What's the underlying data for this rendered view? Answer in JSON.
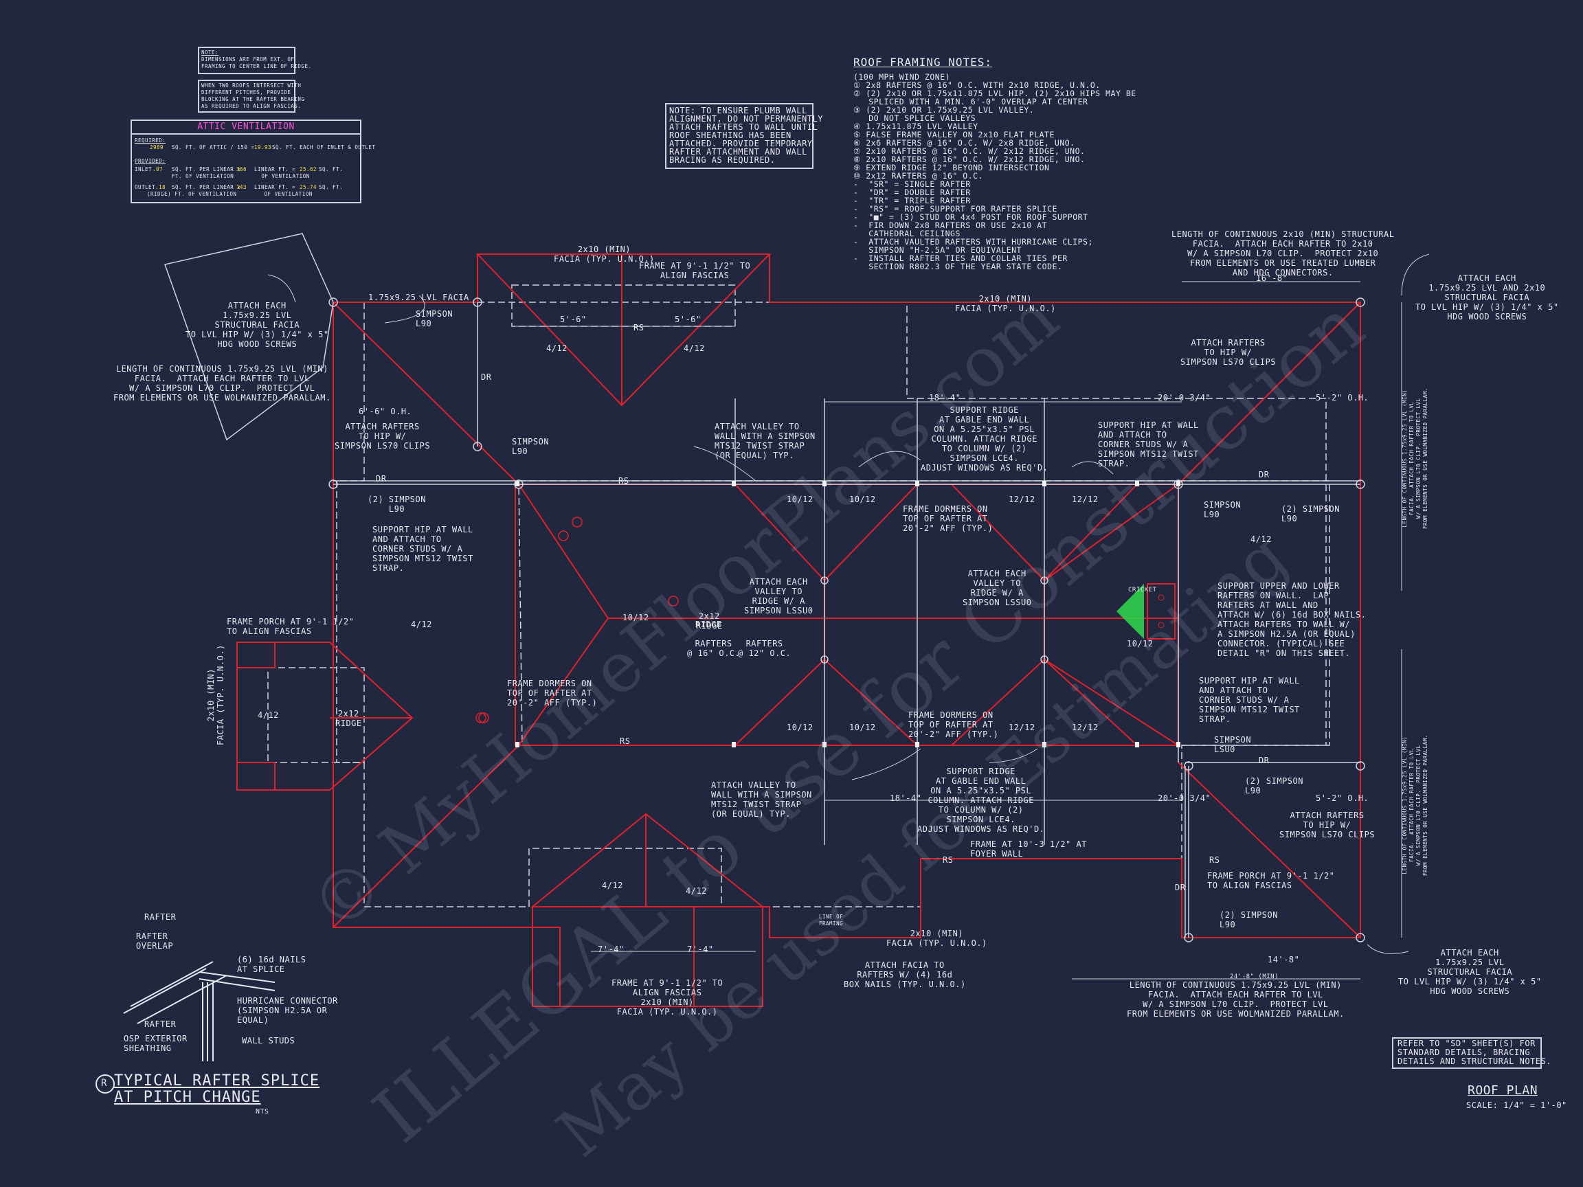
{
  "notes": {
    "dimension_note": [
      "NOTE:",
      "DIMENSIONS ARE FROM EXT. OF",
      "FRAMING TO CENTER LINE OF RIDGE."
    ],
    "roof_intersect_note": [
      "WHEN TWO ROOFS INTERSECT WITH",
      "DIFFERENT PITCHES, PROVIDE",
      "BLOCKING AT THE RAFTER BEARING",
      "AS REQUIRED TO ALIGN FASCIAS."
    ],
    "plumb_wall_note": [
      "NOTE: TO ENSURE PLUMB WALL",
      "ALIGNMENT, DO NOT PERMANENTLY",
      "ATTACH RAFTERS TO WALL UNTIL",
      "ROOF SHEATHING HAS BEEN",
      "ATTACHED. PROVIDE TEMPORARY",
      "RAFTER ATTACHMENT AND WALL",
      "BRACING AS REQUIRED."
    ],
    "refer_note": [
      "REFER TO \"SD\" SHEET(S) FOR",
      "STANDARD DETAILS, BRACING",
      "DETAILS AND STRUCTURAL NOTES."
    ]
  },
  "attic_ventilation": {
    "title": "ATTIC VENTILATION",
    "required_label": "REQUIRED:",
    "required_value": "2989",
    "required_text": "SQ. FT. OF ATTIC / 150 =",
    "required_value2": "19.93",
    "required_text2": "SQ. FT. EACH OF INLET & OUTLET",
    "provided_label": "PROVIDED:",
    "inlet_row": [
      "INLET",
      ".07",
      "SQ. FT. PER LINEAR x",
      "366",
      "LINEAR FT. =",
      "25.62",
      "SQ. FT."
    ],
    "inlet_row2": "FT. OF VENTILATION        OF VENTILATION",
    "outlet_row": [
      "OUTLET",
      ".18",
      "SQ. FT. PER LINEAR x",
      "143",
      "LINEAR FT. =",
      "25.74",
      "SQ. FT."
    ],
    "outlet_row2": "(RIDGE) FT. OF VENTILATION        OF VENTILATION"
  },
  "roof_framing_notes": {
    "title": "ROOF FRAMING NOTES:",
    "lines": [
      "(100 MPH WIND ZONE)",
      "① 2x8 RAFTERS @ 16\" O.C. WITH 2x10 RIDGE, U.N.O.",
      "② (2) 2x10 OR 1.75x11.875 LVL HIP. (2) 2x10 HIPS MAY BE",
      "   SPLICED WITH A MIN. 6'-0\" OVERLAP AT CENTER",
      "③ (2) 2x10 OR 1.75x9.25 LVL VALLEY.",
      "   DO NOT SPLICE VALLEYS",
      "④ 1.75x11.875 LVL VALLEY",
      "⑤ FALSE FRAME VALLEY ON 2x10 FLAT PLATE",
      "⑥ 2x6 RAFTERS @ 16\" O.C. W/ 2x8 RIDGE, UNO.",
      "⑦ 2x10 RAFTERS @ 16\" O.C. W/ 2x12 RIDGE, UNO.",
      "⑧ 2x10 RAFTERS @ 16\" O.C. W/ 2x12 RIDGE, UNO.",
      "⑨ EXTEND RIDGE 12\" BEYOND INTERSECTION",
      "⑩ 2x12 RAFTERS @ 16\" O.C.",
      "-  \"SR\" = SINGLE RAFTER",
      "-  \"DR\" = DOUBLE RAFTER",
      "-  \"TR\" = TRIPLE RAFTER",
      "-  \"RS\" = ROOF SUPPORT FOR RAFTER SPLICE",
      "-  \"■\" = (3) STUD OR 4x4 POST FOR ROOF SUPPORT",
      "-  FIR DOWN 2x8 RAFTERS OR USE 2x10 AT",
      "   CATHEDRAL CEILINGS",
      "-  ATTACH VAULTED RAFTERS WITH HURRICANE CLIPS;",
      "   SIMPSON \"H-2.5A\" OR EQUIVALENT",
      "-  INSTALL RAFTER TIES AND COLLAR TIES PER",
      "   SECTION R802.3 OF THE YEAR STATE CODE."
    ]
  },
  "callouts": {
    "fascia_top_left": "1.75x9.25 LVL FACIA",
    "fascia_2x10_top": "2x10 (MIN)\nFACIA (TYP. U.N.O.)",
    "fascia_2x10_top_left": "2x10 (MIN)\nFACIA (TYP. U.N.O.)",
    "frame_top": "FRAME AT 9'-1 1/2\" TO\nALIGN FASCIAS",
    "attach_left": "ATTACH EACH\n1.75x9.25 LVL\nSTRUCTURAL FACIA\nTO LVL HIP W/ (3) 1/4\" x 5\"\nHDG WOOD SCREWS",
    "length_left": "LENGTH OF CONTINUOUS 1.75x9.25 LVL (MIN)\nFACIA.  ATTACH EACH RAFTER TO LVL\nW/ A SIMPSON L70 CLIP.  PROTECT LVL\nFROM ELEMENTS OR USE WOLMANIZED PARALLAM.",
    "attach_rafters_hip_left": "ATTACH RAFTERS\nTO HIP W/\nSIMPSON LS70 CLIPS",
    "simpson_l90_a": "SIMPSON\nL90",
    "simpson_l90_b": "SIMPSON\nL90",
    "simpson_l90_left": "(2) SIMPSON\nL90",
    "support_hip_left": "SUPPORT HIP AT WALL\nAND ATTACH TO\nCORNER STUDS W/ A\nSIMPSON MTS12 TWIST\nSTRAP.",
    "frame_porch_left": "FRAME PORCH AT 9'-1 1/2\"\nTO ALIGN FASCIAS",
    "fascia_porch_left": "2x10 (MIN)\nFACIA (TYP. U.N.O.)",
    "attach_valley_top": "ATTACH VALLEY TO\nWALL WITH A SIMPSON\nMTS12 TWIST STRAP\n(OR EQUAL) TYP.",
    "support_ridge_top": "SUPPORT RIDGE\nAT GABLE END WALL\nON A 5.25\"x3.5\" PSL\nCOLUMN. ATTACH RIDGE\nTO COLUMN W/ (2)\nSIMPSON LCE4.\nADJUST WINDOWS AS REQ'D.",
    "support_hip_right_top": "SUPPORT HIP AT WALL\nAND ATTACH TO\nCORNER STUDS W/ A\nSIMPSON MTS12 TWIST\nSTRAP.",
    "length_top_right": "LENGTH OF CONTINUOUS 2x10 (MIN) STRUCTURAL\nFACIA.  ATTACH EACH RAFTER TO 2x10\nW/ A SIMPSON L70 CLIP.  PROTECT 2x10\nFROM ELEMENTS OR USE TREATED LUMBER\nAND HDG CONNECTORS.",
    "attach_top_right": "ATTACH EACH\n1.75x9.25 LVL AND 2x10\nSTRUCTURAL FACIA\nTO LVL HIP W/ (3) 1/4\" x 5\"\nHDG WOOD SCREWS",
    "attach_rafters_hip_tr": "ATTACH RAFTERS\nTO HIP W/\nSIMPSON LS70 CLIPS",
    "simpson_l90_tr": "SIMPSON\nL90",
    "simpson_l90_tr2": "(2) SIMPSON\nL90",
    "support_upper_lower": "SUPPORT UPPER AND LOWER\nRAFTERS ON WALL.  LAP\nRAFTERS AT WALL AND\nATTACH W/ (6) 16d BOX NAILS.\nATTACH RAFTERS TO WALL W/\nA SIMPSON H2.5A (OR EQUAL)\nCONNECTOR. (TYPICAL) SEE\nDETAIL \"R\" ON THIS SHEET.",
    "support_hip_right_mid": "SUPPORT HIP AT WALL\nAND ATTACH TO\nCORNER STUDS W/ A\nSIMPSON MTS12 TWIST\nSTRAP.",
    "simpson_lsu": "SIMPSON\nLSU0",
    "simpson_l90_r": "(2) SIMPSON\nL90",
    "attach_rafters_hip_br": "ATTACH RAFTERS\nTO HIP W/\nSIMPSON LS70 CLIPS",
    "frame_porch_right": "FRAME PORCH AT 9'-1 1/2\"\nTO ALIGN FASCIAS",
    "simpson_l90_br": "(2) SIMPSON\nL90",
    "length_bottom_right": "LENGTH OF CONTINUOUS 1.75x9.25 LVL (MIN)\nFACIA.  ATTACH EACH RAFTER TO LVL\nW/ A SIMPSON L70 CLIP.  PROTECT LVL\nFROM ELEMENTS OR USE WOLMANIZED PARALLAM.",
    "attach_bottom_right": "ATTACH EACH\n1.75x9.25 LVL\nSTRUCTURAL FACIA\nTO LVL HIP W/ (3) 1/4\" x 5\"\nHDG WOOD SCREWS",
    "right_side_vertical_1": "LENGTH OF CONTINUOUS 1.75x9.25 LVL (MIN)\nFACIA.  ATTACH EACH RAFTER TO LVL\nW/ A SIMPSON L70 CLIP.  PROTECT LVL\nFROM ELEMENTS OR USE WOLMANIZED PARALLAM.",
    "attach_valley_bottom": "ATTACH VALLEY TO\nWALL WITH A SIMPSON\nMTS12 TWIST STRAP\n(OR EQUAL) TYP.",
    "support_ridge_bottom": "SUPPORT RIDGE\nAT GABLE END WALL\nON A 5.25\"x3.5\" PSL\nCOLUMN. ATTACH RIDGE\nTO COLUMN W/ (2)\nSIMPSON LCE4.\nADJUST WINDOWS AS REQ'D.",
    "frame_foyer": "FRAME AT 10'-3 1/2\" AT\nFOYER WALL",
    "frame_bottom": "FRAME AT 9'-1 1/2\" TO\nALIGN FASCIAS\n2x10 (MIN)\nFACIA (TYP. U.N.O.)",
    "line_of_framing": "LINE OF\nFRAMING",
    "fascia_bottom": "2x10 (MIN)\nFACIA (TYP. U.N.O.)",
    "attach_facia_bottom": "ATTACH FACIA TO\nRAFTERS W/ (4) 16d\nBOX NAILS (TYP. U.N.O.)",
    "frame_dormers_a": "FRAME DORMERS ON\nTOP OF RAFTER AT\n20'-2\" AFF (TYP.)",
    "frame_dormers_b": "FRAME DORMERS ON\nTOP OF RAFTER AT\n20'-2\" AFF (TYP.)",
    "frame_dormers_c": "FRAME DORMERS ON\nTOP OF RAFTER AT\n20'-2\" AFF (TYP.)",
    "attach_valley_ridge_a": "ATTACH EACH\nVALLEY TO\nRIDGE W/ A\nSIMPSON LSSU0",
    "attach_valley_ridge_b": "ATTACH EACH\nVALLEY TO\nRIDGE W/ A\nSIMPSON LSSU0",
    "rafters_16": "RAFTERS\n@ 16\" O.C.",
    "rafters_12": "RAFTERS\n@ 12\" O.C.",
    "cricket": "CRICKET",
    "ridge": "RIDGE",
    "ridge_2x12": "2x12\nRIDGE"
  },
  "labels": {
    "rs": "RS",
    "dr": "DR",
    "pitch_4_12": "4/12",
    "pitch_10_12": "10/12",
    "pitch_12_12": "12/12",
    "dim_oh": "6'-6\" O.H.",
    "dim_18_4": "18'-4\"",
    "dim_20_0": "20'-0 3/4\"",
    "dim_5_2": "5'-2\" O.H.",
    "dim_16_8": "16'-8\"",
    "dim_5_6": "5'-6\"",
    "dim_14_8": "14'-8\"",
    "dim_7_4": "7'-4\"",
    "dim_24_8": "24'-8\" (MIN)"
  },
  "detail": {
    "rafter": "RAFTER",
    "rafter_overlap": "RAFTER\nOVERLAP",
    "nails": "(6) 16d NAILS\nAT SPLICE",
    "hurricane": "HURRICANE CONNECTOR\n(SIMPSON H2.5A OR\nEQUAL)",
    "rafter2": "RAFTER",
    "osp": "OSP EXTERIOR\nSHEATHING",
    "wall_studs": "WALL STUDS",
    "marker": "R",
    "title_line1": "TYPICAL RAFTER SPLICE",
    "title_line2": "AT PITCH CHANGE",
    "nts": "NTS"
  },
  "title_block": {
    "title": "ROOF PLAN",
    "scale": "SCALE: 1/4\" = 1'-0\""
  },
  "watermark": {
    "line1": "© MyHomeFloorPlans.com",
    "line2": "ILLEGAL to use for Construction",
    "line3": "May be used for Estimating"
  },
  "colors": {
    "background": "#21273f",
    "lines": "#cfd3dd",
    "red": "#e0202a",
    "magenta": "#ff4fd6",
    "yellow": "#f7e03b",
    "green": "#2fd04a"
  }
}
